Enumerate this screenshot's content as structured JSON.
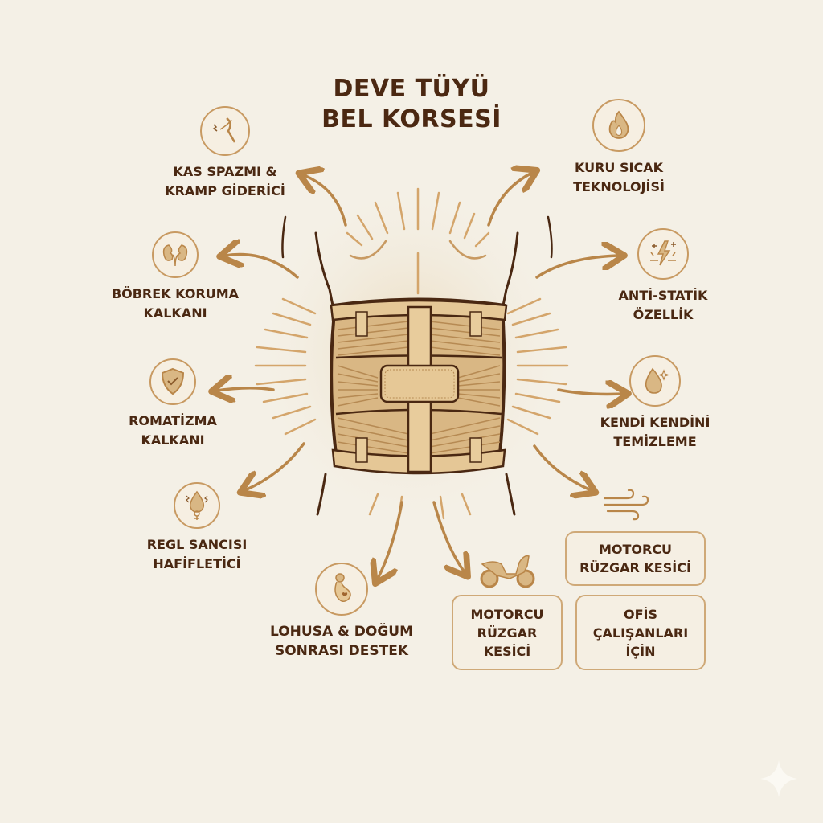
{
  "title": {
    "line1": "DEVE TÜYÜ",
    "line2": "BEL KORSESİ"
  },
  "colors": {
    "background": "#f4f0e6",
    "text": "#4a2812",
    "accent": "#c89a62",
    "arrow": "#b98649",
    "corset": "#d9b784",
    "outline": "#4a2812"
  },
  "features_left": [
    {
      "icon": "muscle-cramp-icon",
      "line1": "KAS SPAZMI &",
      "line2": "KRAMP GİDERİCİ"
    },
    {
      "icon": "kidney-icon",
      "line1": "BÖBREK KORUMA",
      "line2": "KALKANI"
    },
    {
      "icon": "shield-check-icon",
      "line1": "ROMATİZMA",
      "line2": "KALKANI"
    },
    {
      "icon": "female-drop-icon",
      "line1": "REGL SANCISI",
      "line2": "HAFİFLETİCİ"
    },
    {
      "icon": "pregnant-woman-icon",
      "line1": "LOHUSA & DOĞUM",
      "line2": "SONRASI DESTEK"
    }
  ],
  "features_right": [
    {
      "icon": "flame-icon",
      "line1": "KURU SICAK",
      "line2": "TEKNOLOJİSİ"
    },
    {
      "icon": "lightning-static-icon",
      "line1": "ANTİ-STATİK",
      "line2": "ÖZELLİK"
    },
    {
      "icon": "drop-sparkle-icon",
      "line1": "KENDİ KENDİNİ",
      "line2": "TEMİZLEME"
    }
  ],
  "boxes": [
    {
      "icon": "wind-icon",
      "lines": [
        "MOTORCU",
        "RÜZGAR KESİCİ"
      ]
    },
    {
      "icon": "motorcycle-icon",
      "lines": [
        "MOTORCU",
        "RÜZGAR",
        "KESİCİ"
      ]
    },
    {
      "icon": "",
      "lines": [
        "OFİS",
        "ÇALIŞANLARI",
        "İÇİN"
      ]
    }
  ]
}
